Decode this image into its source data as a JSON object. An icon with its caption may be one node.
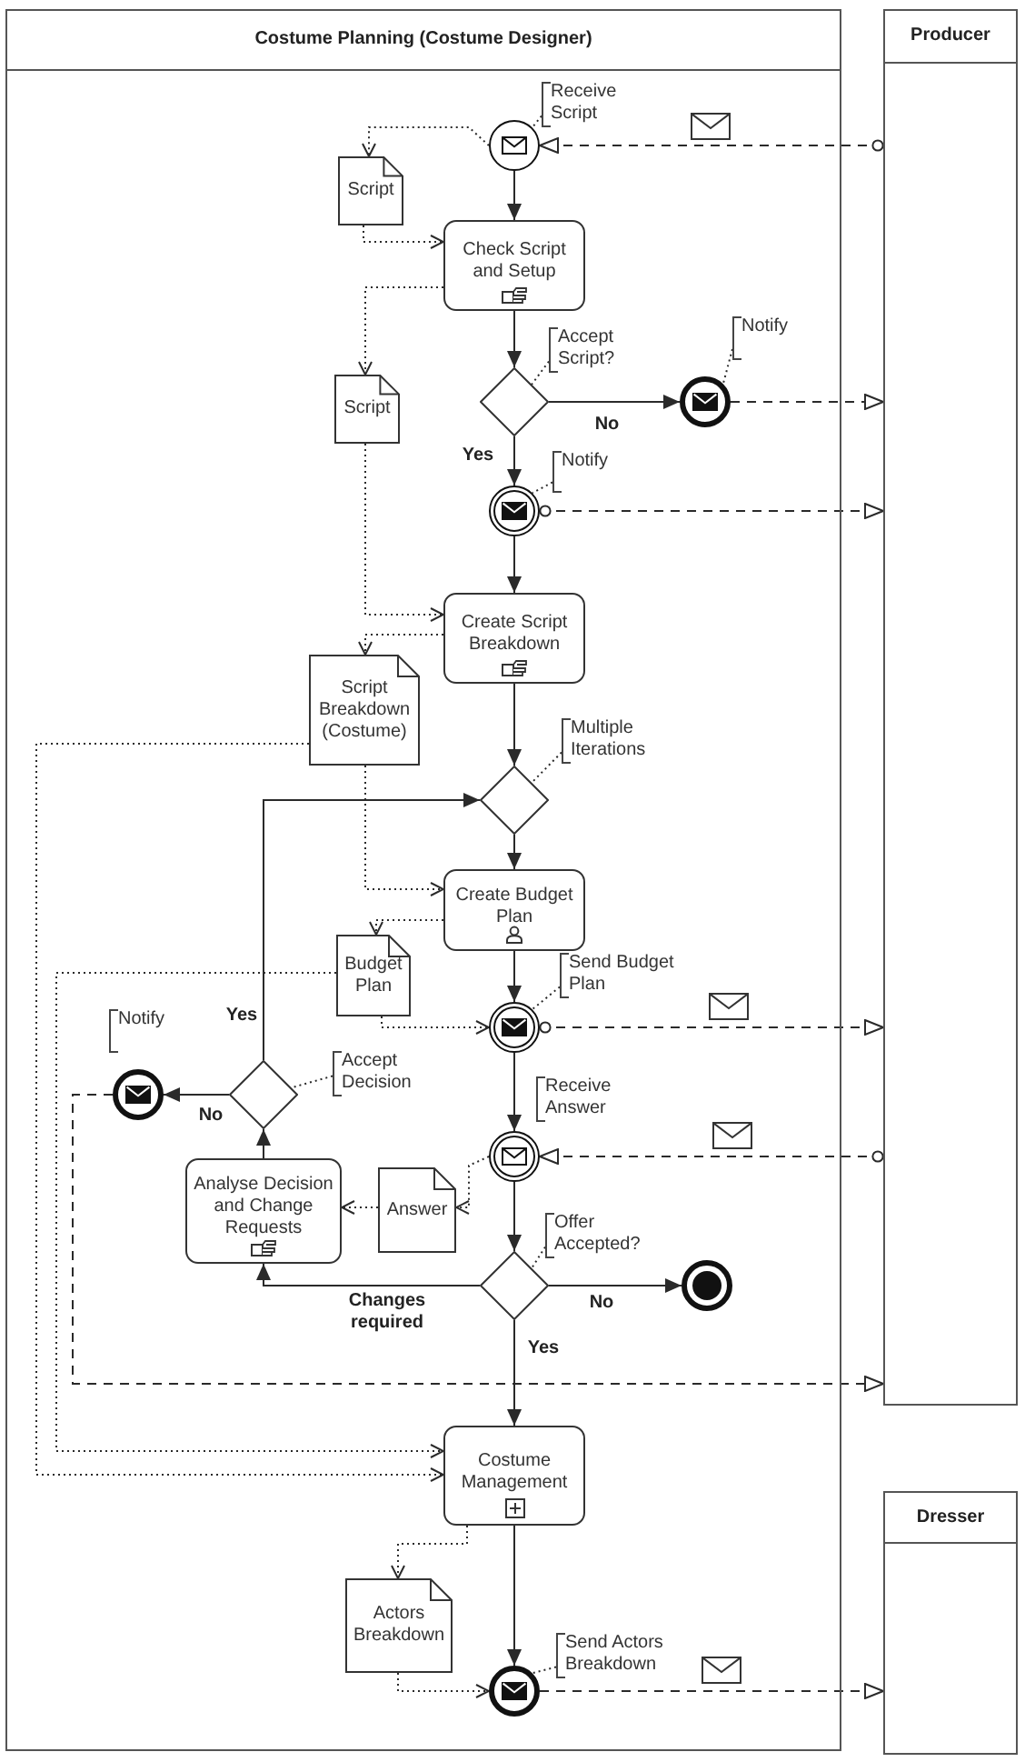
{
  "diagram": {
    "nodes": [
      {
        "text": [
          "Costume Planning (Costume Designer)"
        ]
      },
      {
        "text": [
          "Producer"
        ]
      },
      {
        "text": [
          "Dresser"
        ]
      },
      {
        "text": [
          "Receive Script"
        ],
        "in": 0
      },
      {
        "text": [],
        "shape": "circle",
        "in": 0
      },
      {
        "text": [
          "Script"
        ],
        "in": 0
      },
      {
        "text": [
          "Check Script and Setup"
        ],
        "in": 0
      },
      {
        "text": [
          "Accept Script?"
        ],
        "in": 0
      },
      {
        "text": [
          "Notify"
        ],
        "in": 0
      },
      {
        "text": [],
        "shape": "diamond",
        "in": 0
      },
      {
        "text": [],
        "shape": "circle",
        "in": 0
      },
      {
        "text": [
          "Script"
        ],
        "in": 0
      },
      {
        "text": [
          "Notify"
        ],
        "in": 0
      },
      {
        "text": [],
        "shape": "circle",
        "in": 0
      },
      {
        "text": [
          "Create Script Breakdown"
        ],
        "in": 0
      },
      {
        "text": [
          "Script Breakdown (Costume)"
        ],
        "in": 0
      },
      {
        "text": [
          "Multiple Iterations"
        ],
        "in": 0
      },
      {
        "text": [],
        "shape": "diamond",
        "in": 0
      },
      {
        "text": [
          "Create Budget Plan"
        ],
        "in": 0
      },
      {
        "text": [
          "Budget Plan"
        ],
        "in": 0
      },
      {
        "text": [
          "Send Budget Plan"
        ],
        "in": 0
      },
      {
        "text": [],
        "shape": "circle",
        "in": 0
      },
      {
        "text": [
          "Notify"
        ],
        "in": 0
      },
      {
        "text": [
          "Accept Decision"
        ],
        "in": 0
      },
      {
        "text": [],
        "shape": "circle",
        "in": 0
      },
      {
        "text": [],
        "shape": "diamond",
        "in": 0
      },
      {
        "text": [
          "Receive Answer"
        ],
        "in": 0
      },
      {
        "text": [],
        "shape": "circle",
        "in": 0
      },
      {
        "text": [
          "Analyse Decision and Change Requests"
        ],
        "in": 0
      },
      {
        "text": [
          "Answer"
        ],
        "in": 0
      },
      {
        "text": [
          "Offer Accepted?"
        ],
        "in": 0
      },
      {
        "text": [],
        "shape": "diamond",
        "in": 0
      },
      {
        "text": [],
        "shape": "circle",
        "in": 0
      },
      {
        "text": [
          "Costume Management"
        ],
        "in": 0
      },
      {
        "text": [
          "Actors Breakdown"
        ],
        "in": 0
      },
      {
        "text": [
          "Send Actors Breakdown"
        ],
        "in": 0
      },
      {
        "text": [],
        "shape": "circle",
        "in": 0
      }
    ],
    "edges": [
      {
        "from": 4,
        "to": 6,
        "arrow": "to"
      },
      {
        "from": 6,
        "to": 9,
        "arrow": "to"
      },
      {
        "from": 9,
        "to": 10,
        "arrow": "to",
        "label": "No"
      },
      {
        "from": 9,
        "to": 13,
        "arrow": "to",
        "label": "Yes"
      },
      {
        "from": 13,
        "to": 14,
        "arrow": "to"
      },
      {
        "from": 14,
        "to": 17,
        "arrow": "to"
      },
      {
        "from": 17,
        "to": 18,
        "arrow": "to"
      },
      {
        "from": 18,
        "to": 21,
        "arrow": "to"
      },
      {
        "from": 21,
        "to": 27,
        "arrow": "to"
      },
      {
        "from": 27,
        "to": 31,
        "arrow": "to"
      },
      {
        "from": 31,
        "to": 32,
        "arrow": "to",
        "label": "No"
      },
      {
        "from": 31,
        "to": 33,
        "arrow": "to",
        "label": "Yes"
      },
      {
        "from": 31,
        "to": 28,
        "arrow": "to",
        "label": "Changes required"
      },
      {
        "from": 28,
        "to": 25,
        "arrow": "to"
      },
      {
        "from": 25,
        "to": 24,
        "arrow": "to",
        "label": "No"
      },
      {
        "from": 25,
        "to": 17,
        "arrow": "to",
        "label": "Yes"
      },
      {
        "from": 33,
        "to": 36,
        "arrow": "to"
      },
      {
        "from": 1,
        "to": 4,
        "arrow": "to",
        "style": "dashed"
      },
      {
        "from": 10,
        "to": 1,
        "arrow": "to",
        "style": "dashed"
      },
      {
        "from": 13,
        "to": 1,
        "arrow": "to",
        "style": "dashed"
      },
      {
        "from": 21,
        "to": 1,
        "arrow": "to",
        "style": "dashed"
      },
      {
        "from": 1,
        "to": 27,
        "arrow": "to",
        "style": "dashed"
      },
      {
        "from": 24,
        "to": 1,
        "arrow": "to",
        "style": "dashed"
      },
      {
        "from": 36,
        "to": 2,
        "arrow": "to",
        "style": "dashed"
      },
      {
        "from": 4,
        "to": 5,
        "arrow": "to",
        "style": "dashed"
      },
      {
        "from": 5,
        "to": 6,
        "arrow": "to",
        "style": "dashed"
      },
      {
        "from": 6,
        "to": 11,
        "arrow": "to",
        "style": "dashed"
      },
      {
        "from": 11,
        "to": 14,
        "arrow": "to",
        "style": "dashed"
      },
      {
        "from": 14,
        "to": 15,
        "arrow": "to",
        "style": "dashed"
      },
      {
        "from": 15,
        "to": 18,
        "arrow": "to",
        "style": "dashed"
      },
      {
        "from": 15,
        "to": 33,
        "arrow": "to",
        "style": "dashed"
      },
      {
        "from": 18,
        "to": 19,
        "arrow": "to",
        "style": "dashed"
      },
      {
        "from": 19,
        "to": 21,
        "arrow": "to",
        "style": "dashed"
      },
      {
        "from": 19,
        "to": 33,
        "arrow": "to",
        "style": "dashed"
      },
      {
        "from": 27,
        "to": 29,
        "arrow": "to",
        "style": "dashed"
      },
      {
        "from": 29,
        "to": 28,
        "arrow": "to",
        "style": "dashed"
      },
      {
        "from": 33,
        "to": 34,
        "arrow": "to",
        "style": "dashed"
      },
      {
        "from": 34,
        "to": 36,
        "arrow": "to",
        "style": "dashed"
      },
      {
        "from": 3,
        "to": 4,
        "arrow": "none",
        "style": "dashed"
      },
      {
        "from": 7,
        "to": 9,
        "arrow": "none",
        "style": "dashed"
      },
      {
        "from": 8,
        "to": 10,
        "arrow": "none",
        "style": "dashed"
      },
      {
        "from": 12,
        "to": 13,
        "arrow": "none",
        "style": "dashed"
      },
      {
        "from": 16,
        "to": 17,
        "arrow": "none",
        "style": "dashed"
      },
      {
        "from": 20,
        "to": 21,
        "arrow": "none",
        "style": "dashed"
      },
      {
        "from": 23,
        "to": 25,
        "arrow": "none",
        "style": "dashed"
      },
      {
        "from": 30,
        "to": 31,
        "arrow": "none",
        "style": "dashed"
      },
      {
        "from": 35,
        "to": 36,
        "arrow": "none",
        "style": "dashed"
      }
    ]
  }
}
